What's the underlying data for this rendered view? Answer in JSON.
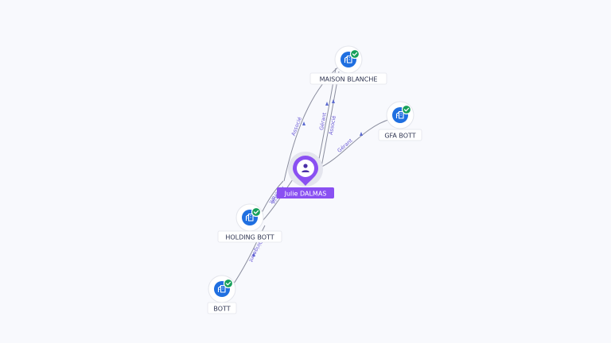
{
  "graph": {
    "person": {
      "name": "Julie DALMAS",
      "icon": "person-icon"
    },
    "companies": [
      {
        "id": "maison-blanche",
        "name": "MAISON BLANCHE",
        "icon": "building-icon",
        "verified": true
      },
      {
        "id": "gfa-bott",
        "name": "GFA BOTT",
        "icon": "building-icon",
        "verified": true
      },
      {
        "id": "holding-bott",
        "name": "HOLDING BOTT",
        "icon": "building-icon",
        "verified": true
      },
      {
        "id": "bott",
        "name": "BOTT",
        "icon": "building-icon",
        "verified": true
      }
    ],
    "edges": [
      {
        "id": "e1",
        "from": "julie-dalmas",
        "to": "maison-blanche",
        "label": "Associé"
      },
      {
        "id": "e2",
        "from": "julie-dalmas",
        "to": "maison-blanche",
        "label": "Gérant"
      },
      {
        "id": "e3",
        "from": "julie-dalmas",
        "to": "maison-blanche",
        "label": "Associé"
      },
      {
        "id": "e4",
        "from": "julie-dalmas",
        "to": "gfa-bott",
        "label": "Gérant"
      },
      {
        "id": "e5",
        "from": "julie-dalmas",
        "to": "holding-bott",
        "label": "Gérant"
      },
      {
        "id": "e6",
        "from": "julie-dalmas",
        "to": "holding-bott",
        "label": "Associé"
      },
      {
        "id": "e7",
        "from": "holding-bott",
        "to": "bott",
        "label": "Dirigeant"
      }
    ],
    "colors": {
      "person": "#8a50f2",
      "company": "#1f6fe0",
      "verified": "#17a05b",
      "edge": "#8a8d9e",
      "edge_label": "#6b5bd6"
    }
  }
}
